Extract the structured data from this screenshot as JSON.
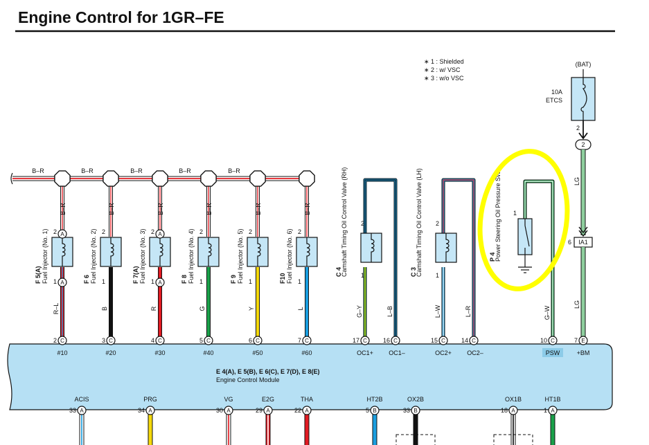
{
  "title": "Engine Control for 1GR–FE",
  "notes": [
    "∗ 1 : Shielded",
    "∗ 2 : w/ VSC",
    "∗ 3 : w/o VSC"
  ],
  "bus_wire_color": "B–R",
  "injectors": [
    {
      "id": "F 5(A)",
      "name": "Fuel Injector (No. 1)",
      "top_pin": "2",
      "top_conn": "A",
      "bot_pin": "1",
      "bot_conn": "A",
      "wire_top": "B–R",
      "wire_bot": "R–L",
      "ecm_pin": "2",
      "ecm_conn": "C",
      "ecm_label": "#10"
    },
    {
      "id": "F 6",
      "name": "Fuel Injector (No. 2)",
      "top_pin": "2",
      "top_conn": "",
      "bot_pin": "1",
      "bot_conn": "",
      "wire_top": "B–R",
      "wire_bot": "B",
      "ecm_pin": "3",
      "ecm_conn": "C",
      "ecm_label": "#20"
    },
    {
      "id": "F 7(A)",
      "name": "Fuel Injector (No. 3)",
      "top_pin": "2",
      "top_conn": "A",
      "bot_pin": "1",
      "bot_conn": "A",
      "wire_top": "B–R",
      "wire_bot": "R",
      "ecm_pin": "4",
      "ecm_conn": "C",
      "ecm_label": "#30"
    },
    {
      "id": "F 8",
      "name": "Fuel Injector (No. 4)",
      "top_pin": "2",
      "top_conn": "",
      "bot_pin": "1",
      "bot_conn": "",
      "wire_top": "B–R",
      "wire_bot": "G",
      "ecm_pin": "5",
      "ecm_conn": "C",
      "ecm_label": "#40"
    },
    {
      "id": "F 9",
      "name": "Fuel Injector (No. 5)",
      "top_pin": "2",
      "top_conn": "",
      "bot_pin": "1",
      "bot_conn": "",
      "wire_top": "B–R",
      "wire_bot": "Y",
      "ecm_pin": "6",
      "ecm_conn": "C",
      "ecm_label": "#50"
    },
    {
      "id": "F10",
      "name": "Fuel Injector (No. 6)",
      "top_pin": "2",
      "top_conn": "",
      "bot_pin": "1",
      "bot_conn": "",
      "wire_top": "B–R",
      "wire_bot": "L",
      "ecm_pin": "7",
      "ecm_conn": "C",
      "ecm_label": "#60"
    }
  ],
  "cam_valves": [
    {
      "id": "C 4",
      "name": "Camshaft Timing Oil Control Valve (RH)",
      "top_pin": "2",
      "bot_pin": "1",
      "wire_a": "G–Y",
      "wire_b": "L–B",
      "ecm_pin_a": "17",
      "ecm_pin_b": "16",
      "ecm_conn": "C",
      "ecm_label_a": "OC1+",
      "ecm_label_b": "OC1–"
    },
    {
      "id": "C 3",
      "name": "Camshaft Timing Oil Control Valve (LH)",
      "top_pin": "2",
      "bot_pin": "1",
      "wire_a": "L–W",
      "wire_b": "L–R",
      "ecm_pin_a": "15",
      "ecm_pin_b": "14",
      "ecm_conn": "C",
      "ecm_label_a": "OC2+",
      "ecm_label_b": "OC2–"
    }
  ],
  "psw": {
    "id": "P 4",
    "name": "Power Steering Oil Pressure SW",
    "pin": "1",
    "wire": "G–W",
    "ecm_pin": "10",
    "ecm_conn": "C",
    "ecm_label": "PSW"
  },
  "bat": {
    "label": "(BAT)",
    "fuse": "10A",
    "fuse_name": "ETCS",
    "fuse_pin": "2",
    "conn_pin": "2",
    "wire_upper": "LG",
    "ia_pin": "6",
    "ia_label": "IA1",
    "wire_lower": "LG",
    "ecm_pin": "7",
    "ecm_conn": "E",
    "ecm_label": "+BM"
  },
  "ecm": {
    "connectors": "E 4(A), E 5(B), E 6(C), E 7(D), E 8(E)",
    "name": "Engine Control Module"
  },
  "ecm_bottom": [
    {
      "label": "ACIS",
      "pin": "33",
      "conn": "A"
    },
    {
      "label": "PRG",
      "pin": "34",
      "conn": "A"
    },
    {
      "label": "VG",
      "pin": "30",
      "conn": "A"
    },
    {
      "label": "E2G",
      "pin": "29",
      "conn": "A"
    },
    {
      "label": "THA",
      "pin": "22",
      "conn": "A"
    },
    {
      "label": "HT2B",
      "pin": "5",
      "conn": "B"
    },
    {
      "label": "OX2B",
      "pin": "33",
      "conn": "B"
    },
    {
      "label": "OX1B",
      "pin": "18",
      "conn": "A"
    },
    {
      "label": "HT1B",
      "pin": "1",
      "conn": "A"
    }
  ],
  "colors": {
    "ecm_fill": "#b6e0f4",
    "component_fill": "#c5e6f6",
    "highlight": "#ffff00",
    "psw_label_bg": "#8ccbe8",
    "wire_black": "#111111",
    "wire_red": "#e21b23",
    "wire_green": "#1aa14a",
    "wire_yellow": "#f5d90a",
    "wire_blue": "#1a9ee0",
    "wire_lightgreen": "#8fcf9f",
    "wire_white": "#ffffff"
  }
}
